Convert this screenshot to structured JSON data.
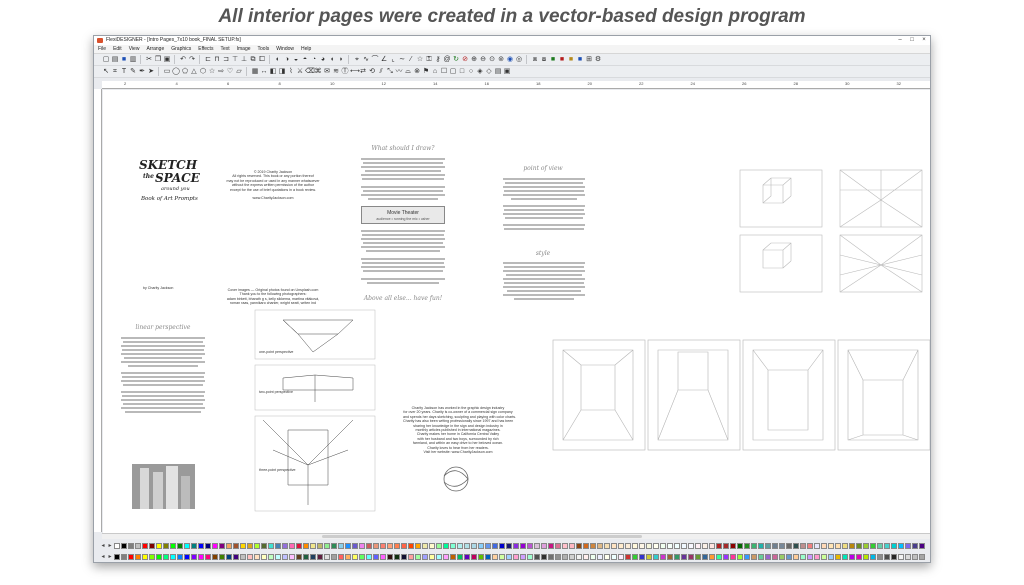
{
  "caption": "All interior pages were created in a vector-based design program",
  "window": {
    "title": "FlexiDESIGNER - [Intro Pages_7x10 book_FINAL SETUP.fs]",
    "minimize": "–",
    "maximize": "□",
    "close": "×"
  },
  "menu": [
    "File",
    "Edit",
    "View",
    "Arrange",
    "Graphics",
    "Effects",
    "Text",
    "Image",
    "Tools",
    "Window",
    "Help"
  ],
  "ruler_numbers": [
    "2",
    "4",
    "6",
    "8",
    "10",
    "12",
    "14",
    "16",
    "18",
    "20",
    "22",
    "24",
    "26",
    "28",
    "30",
    "32"
  ],
  "pages": {
    "logo": {
      "line1": "SKETCH",
      "line2": "the",
      "line3": "SPACE",
      "line4": "around you",
      "line5": "Book of Art Prompts",
      "author": "by Charity Jackson"
    },
    "copyright": {
      "lines": [
        "© 2019 Charity Jackson",
        "All rights reserved. This book or any portion thereof",
        "may not be reproduced or used in any manner whatsoever",
        "without the express written permission of the author",
        "except for the use of brief quotations in a book review.",
        "",
        "www.CharityJackson.com"
      ],
      "cover_lines": [
        "Cover images — Original photos found on Unsplash.com",
        "Thank you to the following photographers:",
        "adam birkett, bharath g s, kelly sikkema, martina vitáková,",
        "roman raas, yannikaro chanler, wright seatt, writen ind"
      ]
    },
    "draw": {
      "heading": "What should I draw?",
      "movie_title": "Movie Theater",
      "movie_sub": "audience • running the mic • usher",
      "closing": "Above all else... have fun!"
    },
    "pov": {
      "heading": "point of view",
      "style_heading": "style"
    },
    "linear": {
      "heading": "linear perspective",
      "one_point": "one-point perspective",
      "two_point": "two-point perspective",
      "three_point": "three-point perspective"
    },
    "about": {
      "lines": [
        "Charity Jackson has worked in the graphic design industry",
        "for over 20 years. Charity is co-owner of a commercial sign company",
        "and spends her days sketching, sculpting and playing with color charts.",
        "Charity has also been writing professionally since 1997 and has been",
        "sharing her knowledge in the sign and design industry in",
        "monthly articles published in international magazines.",
        "Charity makes her home in California Central Valley",
        "with her husband and two boys, surrounded by rich",
        "farmland, and within an easy drive to her beloved ocean.",
        "Charity loves to hear from her readers.",
        "Visit her website: www.CharityJackson.com"
      ]
    }
  },
  "colors": {
    "accent": "#d8502c",
    "palette1": [
      "#ffffff",
      "#000000",
      "#7f7f7f",
      "#c0c0c0",
      "#ff0000",
      "#800000",
      "#ffff00",
      "#808000",
      "#00ff00",
      "#008000",
      "#00ffff",
      "#008080",
      "#0000ff",
      "#000080",
      "#ff00ff",
      "#800080",
      "#f4a460",
      "#a0522d",
      "#ffd700",
      "#daa520",
      "#adff2f",
      "#556b2f",
      "#40e0d0",
      "#4682b4",
      "#9370db",
      "#ff69b4",
      "#dc143c",
      "#ff8c00",
      "#f0e68c",
      "#bdb76b",
      "#90ee90",
      "#2e8b57",
      "#87ceeb",
      "#1e90ff",
      "#6a5acd",
      "#ee82ee",
      "#cd5c5c",
      "#e9967a",
      "#fa8072",
      "#ffa07a",
      "#ff7f50",
      "#ff6347",
      "#ff4500",
      "#ffa500",
      "#eee8aa",
      "#fffacd",
      "#98fb98",
      "#00fa9a",
      "#7fffd4",
      "#afeeee",
      "#b0e0e6",
      "#add8e6",
      "#87cefa",
      "#6495ed",
      "#4169e1",
      "#0000cd",
      "#191970",
      "#8a2be2",
      "#9400d3",
      "#ba55d3",
      "#d8bfd8",
      "#dda0dd",
      "#c71585",
      "#db7093",
      "#ffc0cb",
      "#ffb6c1",
      "#8b4513",
      "#d2691e",
      "#cd853f",
      "#deb887",
      "#f5deb3",
      "#ffe4c4",
      "#ffebcd",
      "#faebd7",
      "#fff8dc",
      "#fdf5e6",
      "#f5f5dc",
      "#fffff0",
      "#f0fff0",
      "#f5fffa",
      "#f0ffff",
      "#f0f8ff",
      "#f8f8ff",
      "#fff0f5",
      "#faf0e6",
      "#ffe4e1",
      "#b22222",
      "#a52a2a",
      "#8b0000",
      "#006400",
      "#228b22",
      "#3cb371",
      "#20b2aa",
      "#5f9ea0",
      "#708090",
      "#778899",
      "#696969",
      "#2f4f4f",
      "#bc8f8f",
      "#f08080",
      "#e6e6fa",
      "#ffdab9",
      "#ffe4b5",
      "#ffdead",
      "#eedd82",
      "#b8860b",
      "#6b8e23",
      "#9acd32",
      "#32cd32",
      "#66cdaa",
      "#48d1cc",
      "#00ced1",
      "#00bfff",
      "#7b68ee",
      "#483d8b",
      "#4b0082",
      "#9932cc",
      "#da70d6",
      "#ff1493"
    ],
    "palette2": [
      "#000000",
      "#808080",
      "#ff0000",
      "#ff8000",
      "#ffff00",
      "#80ff00",
      "#00ff00",
      "#00ff80",
      "#00ffff",
      "#0080ff",
      "#0000ff",
      "#8000ff",
      "#ff00ff",
      "#ff0080",
      "#804000",
      "#408000",
      "#004080",
      "#400080",
      "#c0c0c0",
      "#ffc0c0",
      "#ffe0c0",
      "#ffffc0",
      "#c0ffc0",
      "#c0ffff",
      "#c0c0ff",
      "#ffc0ff",
      "#604020",
      "#206040",
      "#204060",
      "#602040",
      "#e0e0e0",
      "#a0a0a0",
      "#ff6060",
      "#ffb060",
      "#ffff60",
      "#60ff60",
      "#60ffff",
      "#6060ff",
      "#ff60ff",
      "#301010",
      "#103010",
      "#101030",
      "#ffa0a0",
      "#a0ffa0",
      "#a0a0ff",
      "#ffffa0",
      "#a0ffff",
      "#ffa0ff",
      "#c06000",
      "#00c060",
      "#6000c0",
      "#c00060",
      "#60c000",
      "#0060c0",
      "#ffd0a0",
      "#d0ffa0",
      "#a0d0ff",
      "#ffa0d0",
      "#d0a0ff",
      "#a0ffd0",
      "#505050",
      "#303030",
      "#707070",
      "#909090",
      "#b0b0b0",
      "#d0d0d0",
      "#f0f0f0",
      "#ffeeee",
      "#eeffee",
      "#eeeeff",
      "#ffffee",
      "#eeffff",
      "#ffeeff",
      "#cc3333",
      "#33cc33",
      "#3333cc",
      "#cccc33",
      "#33cccc",
      "#cc33cc",
      "#996633",
      "#339966",
      "#663399",
      "#993366",
      "#669933",
      "#336699",
      "#ff9933",
      "#33ff99",
      "#9933ff",
      "#ff3399",
      "#99ff33",
      "#3399ff",
      "#cc9966",
      "#66cc99",
      "#9966cc",
      "#cc6699",
      "#99cc66",
      "#6699cc",
      "#ffcc99",
      "#99ffcc",
      "#cc99ff",
      "#ff99cc",
      "#ccff99",
      "#99ccff",
      "#e6b800",
      "#00e6b8",
      "#b800e6",
      "#e600b8",
      "#b8e600",
      "#00b8e6",
      "#8c8c8c",
      "#4d4d4d",
      "#262626",
      "#f2f2f2",
      "#dadada",
      "#bfbfbf",
      "#a6a6a6",
      "#737373",
      "#595959"
    ]
  }
}
